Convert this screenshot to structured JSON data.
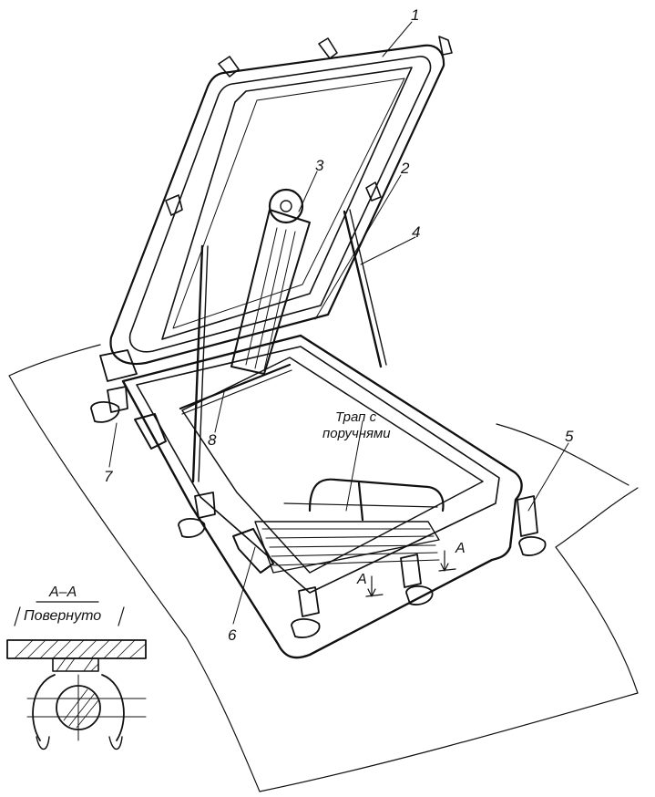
{
  "callouts": [
    {
      "id": "1",
      "text": "1"
    },
    {
      "id": "2",
      "text": "2"
    },
    {
      "id": "3",
      "text": "3"
    },
    {
      "id": "4",
      "text": "4"
    },
    {
      "id": "5",
      "text": "5"
    },
    {
      "id": "6",
      "text": "6"
    },
    {
      "id": "7",
      "text": "7"
    },
    {
      "id": "8",
      "text": "8"
    }
  ],
  "ladder_label": {
    "line1": "Трап с",
    "line2": "поручнями"
  },
  "section_marks": {
    "left": "A",
    "right": "A"
  },
  "section_view": {
    "title": "А–А",
    "subtitle": "Повернуто"
  }
}
